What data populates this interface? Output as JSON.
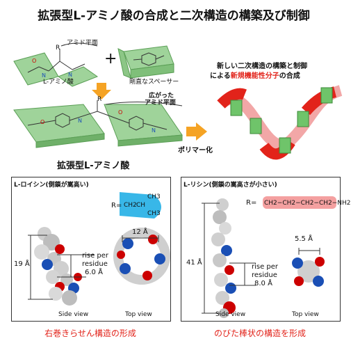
{
  "title": "拡張型L-アミノ酸の合成と二次構造の構築及び制御",
  "top": {
    "amide_plane": "アミド平面",
    "r": "R",
    "l_amino_acid": "L-アミノ酸",
    "plus": "+",
    "rigid_spacer": "剛直なスペーサー",
    "widened_amide_line1": "広がった",
    "widened_amide_line2": "アミド平面",
    "expanded_amino_acid": "拡張型L-アミノ酸",
    "polymerize": "ポリマー化"
  },
  "right_text": {
    "line1": "新しい二次構造の構築と制御",
    "line2_prefix": "による",
    "line2_red": "新規機能性分子",
    "line2_suffix": "の合成"
  },
  "panel_left": {
    "heading": "L-ロイシン(側鎖が嵩高い)",
    "r_label": "R=",
    "ch3_top": "CH3",
    "ch": "CH",
    "ch2": "CH2",
    "ch3_bottom": "CH3",
    "height": "19 Å",
    "width": "12 Å",
    "rise1": "rise per",
    "rise2": "residue",
    "rise3": "6.0 Å",
    "side_view": "Side view",
    "top_view": "Top view",
    "caption": "右巻きらせん構造の形成"
  },
  "panel_right": {
    "heading": "L-リシン(側鎖の嵩高さが小さい)",
    "r_label": "R=",
    "chain": "CH2−CH2−CH2−CH2−NH2",
    "height": "41 Å",
    "width": "5.5 Å",
    "rise1": "rise per",
    "rise2": "residue",
    "rise3": "8.0 Å",
    "side_view": "Side view",
    "top_view": "Top view",
    "caption": "のびた棒状の構造を形成"
  },
  "colors": {
    "plate_green": "#9fd39a",
    "plate_edge": "#5a9e55",
    "arrow_orange": "#f5a324",
    "ribbon_red": "#e2231a",
    "ribbon_pink": "#f2a7a7",
    "cyan_blob": "#38b7e8",
    "pink_blob": "#f4a0a0"
  }
}
